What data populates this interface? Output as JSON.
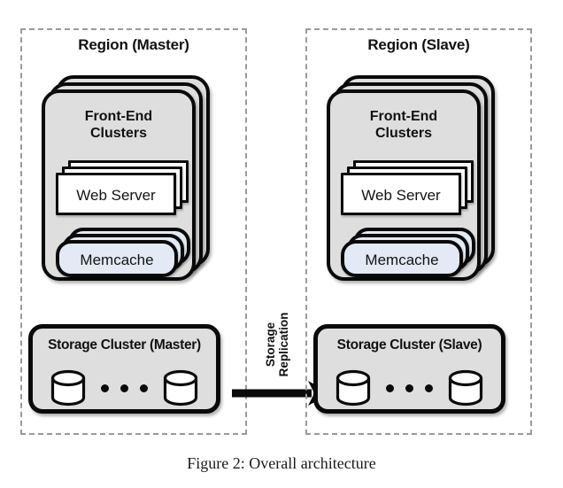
{
  "figure": {
    "caption": "Figure 2: Overall architecture",
    "colors": {
      "cluster_fill": "#dedede",
      "memcache_fill": "#e3eaf5",
      "webserver_fill": "#ffffff",
      "stroke": "#0a0a0a",
      "region_border": "#9a9a9a",
      "background": "#ffffff"
    }
  },
  "regions": [
    {
      "id": "master",
      "title": "Region (Master)",
      "frontend": {
        "title_line1": "Front-End",
        "title_line2": "Clusters",
        "web_server": "Web Server",
        "memcache": "Memcache"
      },
      "storage": {
        "title": "Storage Cluster (Master)",
        "ellipsis_dots": 3,
        "disks": 2
      }
    },
    {
      "id": "slave",
      "title": "Region (Slave)",
      "frontend": {
        "title_line1": "Front-End",
        "title_line2": "Clusters",
        "web_server": "Web Server",
        "memcache": "Memcache"
      },
      "storage": {
        "title": "Storage Cluster (Slave)",
        "ellipsis_dots": 3,
        "disks": 2
      }
    }
  ],
  "replication": {
    "label_line1": "Storage",
    "label_line2": "Replication",
    "direction": "master-to-slave"
  }
}
